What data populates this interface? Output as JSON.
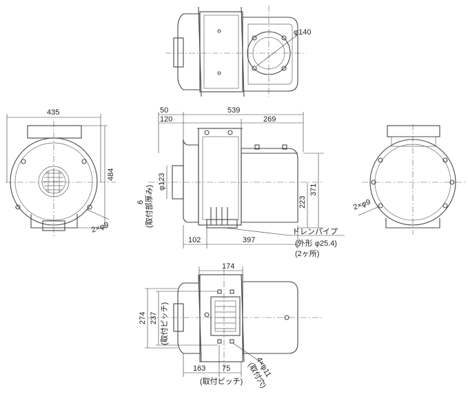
{
  "views": {
    "top": {
      "name": "top-view",
      "dim_duct": "φ140"
    },
    "front": {
      "dim_width": "435",
      "dim_height": "484",
      "dim_holes": "2×φ9"
    },
    "side": {
      "dim_50": "50",
      "dim_539": "539",
      "dim_120": "120",
      "dim_269": "269",
      "dim_phi123": "φ123",
      "dim_223": "223",
      "dim_371": "371",
      "dim_6": "6",
      "dim_thickness": "(取付部厚み)",
      "dim_102": "102",
      "dim_397": "397",
      "drain_label": "ドレンパイプ",
      "drain_od": "(外形 φ25.4)",
      "drain_count": "(2ヶ所)"
    },
    "rear": {
      "dim_holes": "2×φ9"
    },
    "bottom": {
      "dim_174": "174",
      "dim_274": "274",
      "dim_237": "237",
      "dim_pitch_v": "(取付ピッチ)",
      "dim_163": "163",
      "dim_75": "75",
      "dim_pitch_h": "(取付ピッチ)",
      "dim_holes": "4×φ11",
      "dim_holes_note": "(取付穴)"
    }
  }
}
